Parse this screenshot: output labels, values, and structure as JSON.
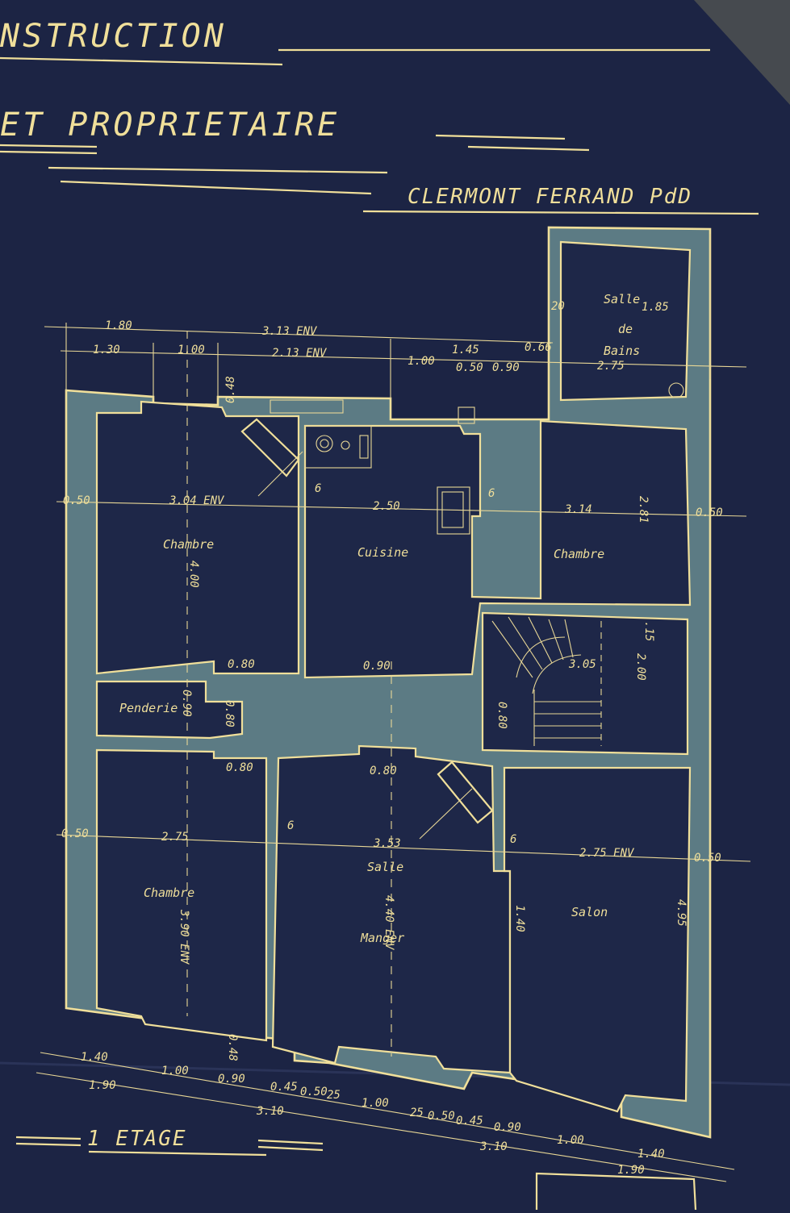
{
  "header": {
    "title_line": "NSTRUCTION",
    "project_line": "ET PROPRIETAIRE",
    "location_line": "CLERMONT FERRAND PdD"
  },
  "rooms": {
    "bedroom_top_left": "Chambre",
    "kitchen": "Cuisine",
    "bedroom_top_right": "Chambre",
    "bathroom_line1": "Salle",
    "bathroom_line2": "de",
    "bathroom_line3": "Bains",
    "wardrobe": "Penderie",
    "bedroom_bottom_left": "Chambre",
    "dining_line1": "Salle",
    "dining_line2": "Manger",
    "living_room": "Salon"
  },
  "dimensions": {
    "top_180": "1.80",
    "top_313": "3.13 ENV",
    "top_130": "1.30",
    "top_100": "1.00",
    "top_213": "2.13 ENV",
    "top_100b": "1.00",
    "top_145": "1.45",
    "top_066": "0.66",
    "top_050": "0.50",
    "top_090": "0.90",
    "top_275": "2.75",
    "bath_185": "1.85",
    "bath_20": "20",
    "window_048": "0.48",
    "left_050": "0.50",
    "row1_304": "3.04 ENV",
    "row1_250": "2.50",
    "row1_314": "3.14",
    "right_050": "0.50",
    "bed1_400": "4.00",
    "bed2_281": "2.81",
    "mark_6a": "6",
    "mark_6b": "6",
    "door_080a": "0.80",
    "door_090": "0.90",
    "stair_305": "3.05",
    "stair_200": "2.00",
    "stair_015": ".15",
    "stair_080": "0.80",
    "pend_090": "0.90",
    "pend_080": "0.80",
    "door_080b": "0.80",
    "door_080c": "0.80",
    "left_050b": "0.50",
    "row2_275": "2.75",
    "row2_353": "3.53",
    "row2_275env": "2.75 ENV",
    "right_050b": "0.50",
    "bed3_390": "3.90 ENV",
    "dining_440": "4.40 ENV",
    "salon_140": "1.40",
    "salon_495": "4.95",
    "mark_6c": "6",
    "mark_6d": "6",
    "window_048b": "0.48",
    "bot_140": "1.40",
    "bot_190": "1.90",
    "bot_100": "1.00",
    "bot_090": "0.90",
    "bot_045": "0.45",
    "bot_050": "0.50",
    "bot_025": "25",
    "bot_310": "3.10",
    "bot_100b": "1.00",
    "bot_025b": "25",
    "bot_050b": "0.50",
    "bot_045b": "0.45",
    "bot_090b": "0.90",
    "bot_310b": "3.10",
    "bot_100c": "1.00",
    "bot_140b": "1.40",
    "bot_190b": "1.90"
  },
  "footer": {
    "floor_label": "1 ETAGE"
  },
  "colors": {
    "paper": "#1c2444",
    "ink": "#f0df9a",
    "wall_fill": "#5c7b84"
  }
}
